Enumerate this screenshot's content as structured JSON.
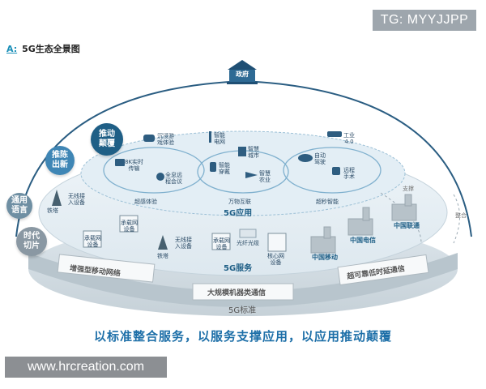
{
  "watermarks": {
    "top": "TG: MYYJJPP",
    "bottom": "www.hrcreation.com"
  },
  "figure": {
    "prefix": "A:",
    "title": "5G生态全景图"
  },
  "government": {
    "label": "政府"
  },
  "bubbles": [
    {
      "label": "推动\n颠覆",
      "color": "#1f5f86"
    },
    {
      "label": "推陈\n出新",
      "color": "#3f86b5"
    },
    {
      "label": "通用\n语言",
      "color": "#6f8fa3"
    },
    {
      "label": "时代\n切片",
      "color": "#8a98a3"
    }
  ],
  "applications": {
    "layer_label": "5G应用",
    "groups": [
      "超感体验",
      "万物互联",
      "超秒智能"
    ],
    "items": {
      "vr_game": "沉浸游\n戏体验",
      "smart_grid": "智能\n电网",
      "smart_city": "智慧\n城市",
      "industry": "工业\n4.0",
      "video_8k": "8K实时\n传输",
      "remote_meeting": "全息远\n程会议",
      "wearable": "智能\n穿戴",
      "smart_agri": "智慧\n农业",
      "autodrive": "自动\n驾驶",
      "remote_surgery": "远程\n手术"
    }
  },
  "services": {
    "layer_label": "5G服务",
    "items": {
      "tower1": "铁塔",
      "wireless1": "无线接\n入设备",
      "bearer1": "承载网\n设备",
      "bearer2": "承载网\n设备",
      "tower2": "铁塔",
      "wireless2": "无线接\n入设备",
      "bearer3": "承载网\n设备",
      "fiber": "光纤光缆",
      "core": "核心网\n设备"
    },
    "operators": [
      "中国电信",
      "中国联通",
      "中国移动"
    ],
    "side_labels": {
      "support": "支撑",
      "integrate": "整合"
    }
  },
  "standards": {
    "layer_label": "5G标准",
    "banners": [
      "增强型移动网络",
      "大规模机器类通信",
      "超可靠低时延通信"
    ]
  },
  "slogan": "以标准整合服务，以服务支撑应用，以应用推动颠覆"
}
